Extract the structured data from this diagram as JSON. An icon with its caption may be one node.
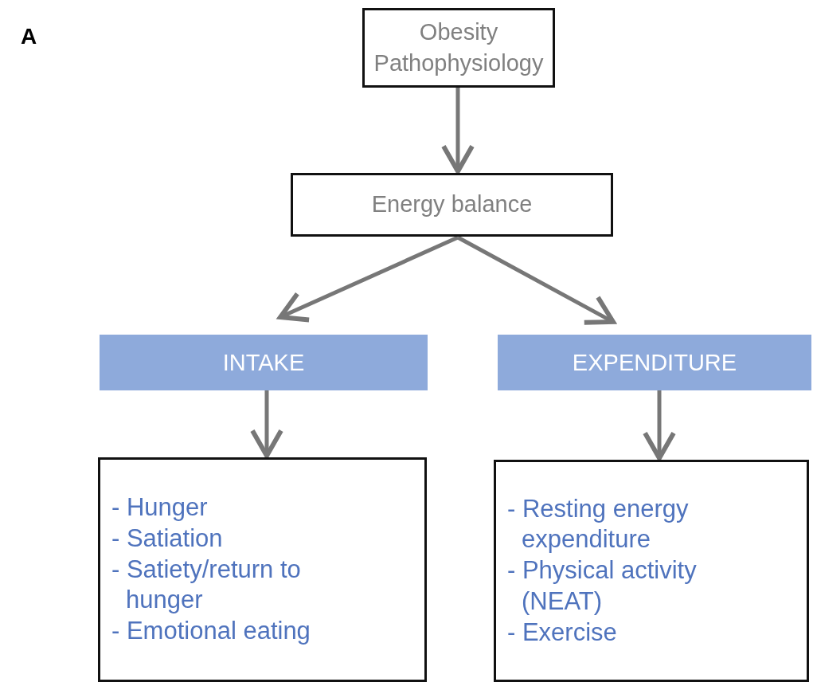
{
  "diagram": {
    "nodes": [
      {
        "text": [
          "Obesity Pathophysiology"
        ]
      },
      {
        "text": [
          "Energy balance"
        ]
      },
      {
        "text": [
          "INTAKE"
        ]
      },
      {
        "text": [
          "EXPENDITURE"
        ]
      },
      {
        "text": [
          "- Hunger",
          "- Satiation",
          "- Satiety/return to hunger",
          "- Emotional eating"
        ]
      },
      {
        "text": [
          "- Resting energy expenditure",
          "- Physical activity (NEAT)",
          "- Exercise"
        ]
      }
    ],
    "edges": [
      {
        "from": 0,
        "to": 1,
        "arrow": "to"
      },
      {
        "from": 1,
        "to": 2,
        "arrow": "to"
      },
      {
        "from": 1,
        "to": 3,
        "arrow": "to"
      },
      {
        "from": 2,
        "to": 4,
        "arrow": "to"
      },
      {
        "from": 3,
        "to": 5,
        "arrow": "to"
      }
    ],
    "labels": [
      "A"
    ]
  }
}
